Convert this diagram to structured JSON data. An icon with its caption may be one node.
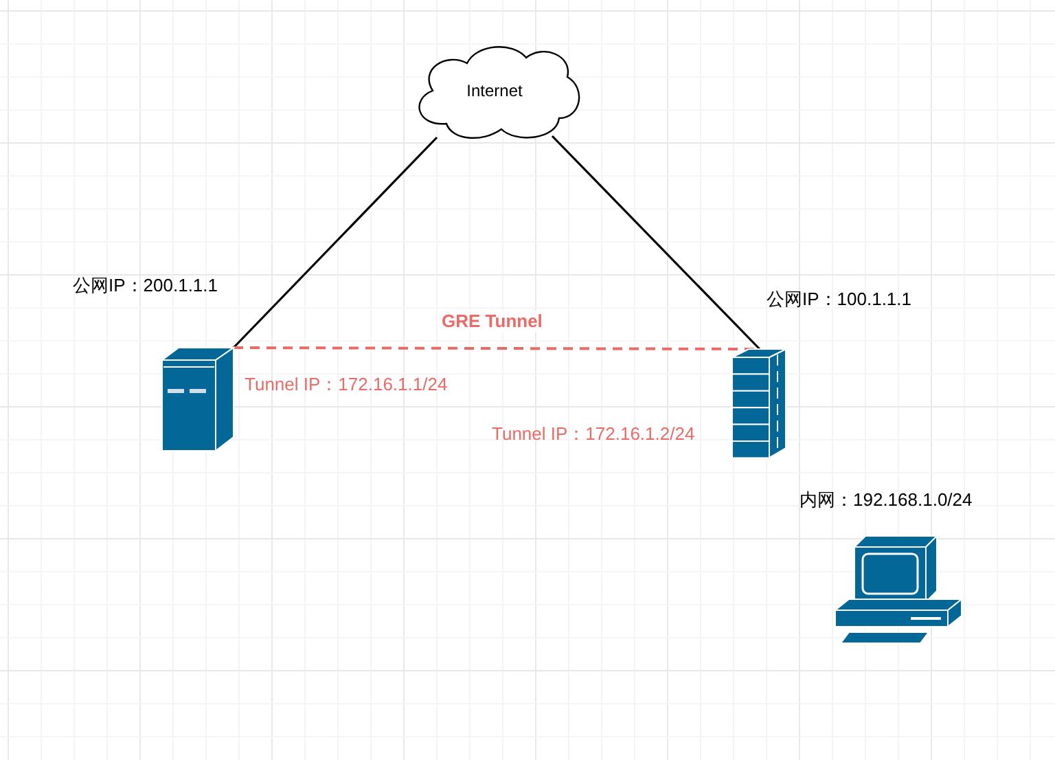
{
  "diagram": {
    "nodes": [
      {
        "text": [
          "Internet"
        ]
      },
      {
        "text": [],
        "shape": "picture",
        "beside": [
          "公网IP：200.1.1.1",
          "Tunnel IP：172.16.1.1/24"
        ]
      },
      {
        "text": [],
        "shape": "picture",
        "beside": [
          "公网IP：100.1.1.1",
          "Tunnel IP：172.16.1.2/24"
        ]
      },
      {
        "text": [],
        "shape": "picture",
        "beside": [
          "内网：192.168.1.0/24"
        ]
      }
    ],
    "edges": [
      {
        "from": 0,
        "to": 1,
        "arrow": "none"
      },
      {
        "from": 0,
        "to": 2,
        "arrow": "none"
      },
      {
        "from": 1,
        "to": 2,
        "arrow": "none",
        "label": "GRE Tunnel",
        "style": "dashed",
        "color": "#ea6b66"
      }
    ]
  }
}
